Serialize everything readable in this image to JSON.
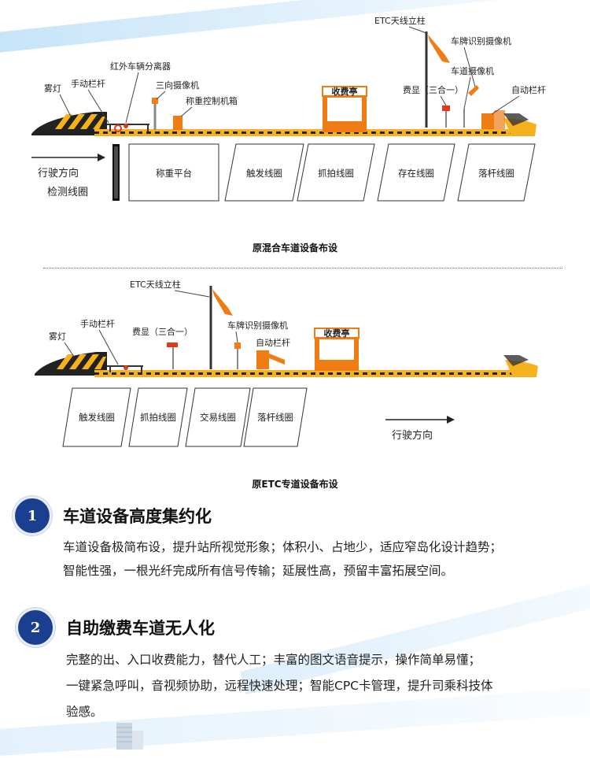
{
  "diagram_top": {
    "labels": {
      "fog_light": "雾灯",
      "manual_barrier": "手动栏杆",
      "ir_separator": "红外车辆分离器",
      "tri_camera": "三向摄像机",
      "weigh_box": "称重控制机箱",
      "etc_pole": "ETC天线立柱",
      "plate_camera": "车牌识别摄像机",
      "lane_camera": "车道摄像机",
      "fee_display": "费显（三合一）",
      "auto_barrier": "自动栏杆",
      "booth": "收费亭",
      "direction": "行驶方向",
      "detect_coil": "检测线圈"
    },
    "zones": [
      "称重平台",
      "触发线圈",
      "抓拍线圈",
      "存在线圈",
      "落杆线圈"
    ],
    "caption": "原混合车道设备布设"
  },
  "diagram_bottom": {
    "labels": {
      "etc_pole": "ETC天线立柱",
      "fog_light": "雾灯",
      "manual_barrier": "手动栏杆",
      "fee_display": "费显（三合一）",
      "plate_camera": "车牌识别摄像机",
      "auto_barrier": "自动栏杆",
      "booth": "收费亭",
      "direction": "行驶方向"
    },
    "zones": [
      "触发线圈",
      "抓拍线圈",
      "交易线圈",
      "落杆线圈"
    ],
    "caption": "原ETC专道设备布设"
  },
  "sections": [
    {
      "num": "1",
      "title": "车道设备高度集约化",
      "lines": [
        "车道设备极简布设，提升站所视觉形象；体积小、占地少，适应窄岛化设计趋势；",
        "智能性强，一根光纤完成所有信号传输；延展性高，预留丰富拓展空间。"
      ]
    },
    {
      "num": "2",
      "title": "自助缴费车道无人化",
      "lines": [
        "完整的出、入口收费能力，替代人工；丰富的图文语音提示，操作简单易懂；",
        "一键紧急呼叫，音视频协助，远程快速处理；智能CPC卡管理，提升司乘科技体",
        "验感。"
      ]
    }
  ],
  "colors": {
    "accent_orange": "#f07d14",
    "badge_blue": "#1a3f91",
    "road_dark": "#222222",
    "island_yellow": "#f5b21c"
  }
}
